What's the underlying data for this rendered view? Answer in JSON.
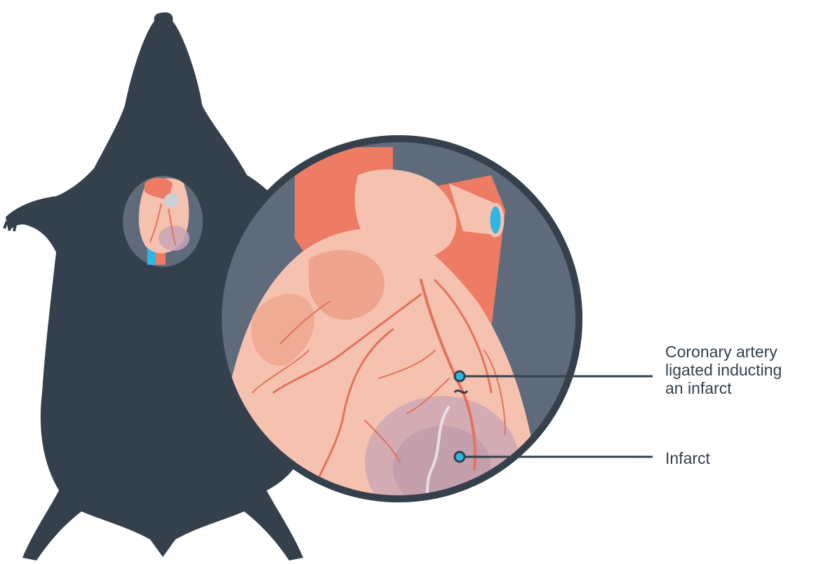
{
  "diagram": {
    "subject": "mouse heart coronary artery ligation model",
    "colors": {
      "mouse_body": "#34404c",
      "zoom_background": "#5f6b7b",
      "heart_tissue": "#f6c2b0",
      "heart_shade": "#efa58d",
      "aorta": "#ee7b63",
      "vessel": "#e2735c",
      "vein_blue": "#2fb7e3",
      "infarct": "#c7a6b4",
      "label_text": "#34404c",
      "pointer_dot": "#2fb7e3"
    },
    "callouts": [
      {
        "id": "artery",
        "lines": [
          "Coronary artery",
          "ligated inducting",
          "an infarct"
        ]
      },
      {
        "id": "infarct",
        "lines": [
          "Infarct"
        ]
      }
    ]
  }
}
